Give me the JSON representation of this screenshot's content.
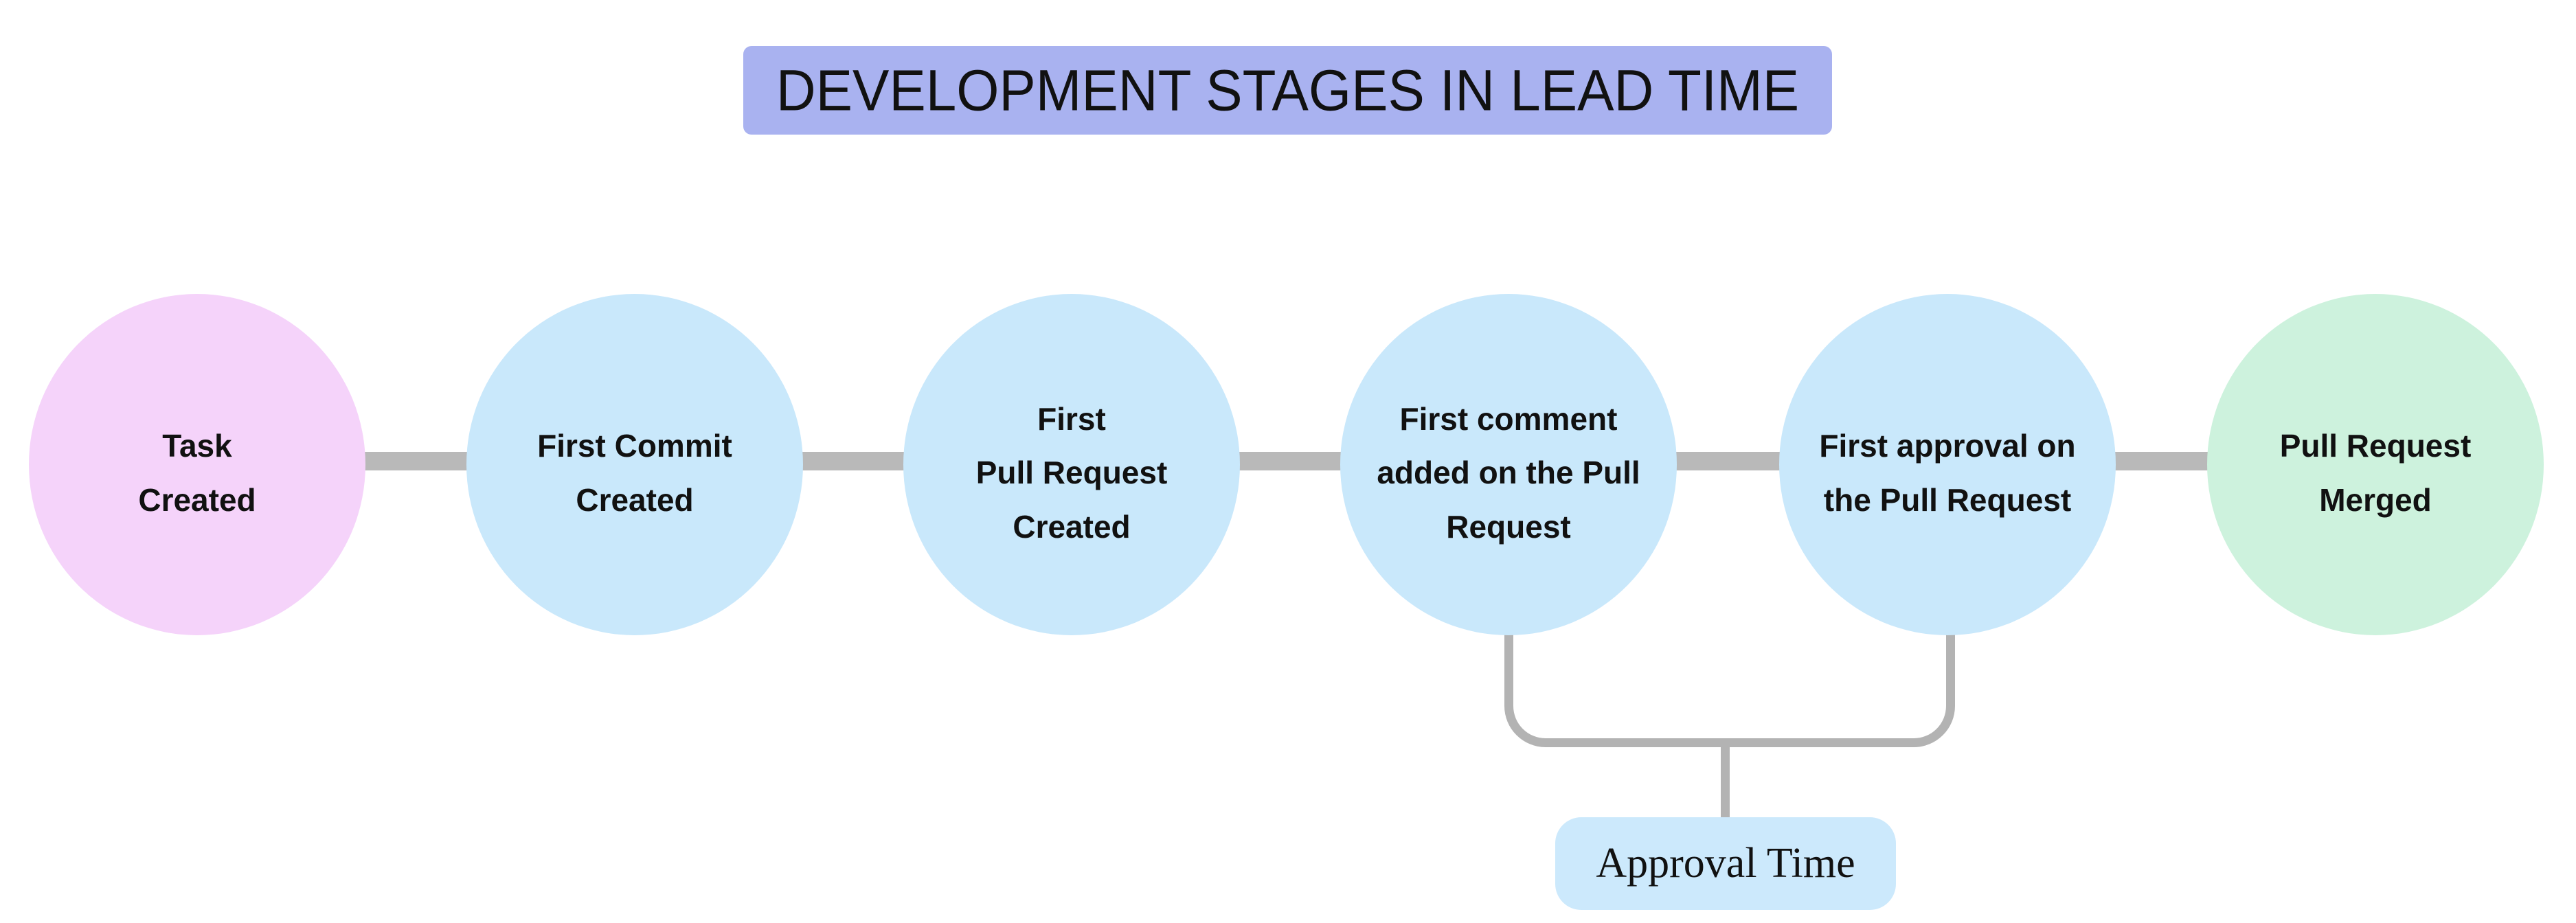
{
  "title": {
    "text": "DEVELOPMENT STAGES IN LEAD TIME",
    "bg_color": "#a9b2f0"
  },
  "stages": [
    {
      "label": "Task\nCreated",
      "fill": "#f5d3fa"
    },
    {
      "label": "First Commit\nCreated",
      "fill": "#c9e8fb"
    },
    {
      "label": "First\nPull Request\nCreated",
      "fill": "#c9e8fb"
    },
    {
      "label": "First comment\nadded on the Pull\nRequest",
      "fill": "#c9e8fb"
    },
    {
      "label": "First approval on\nthe Pull Request",
      "fill": "#c9e8fb"
    },
    {
      "label": "Pull Request\nMerged",
      "fill": "#cdf2dd"
    }
  ],
  "connector": {
    "color": "#b9b9b9"
  },
  "bracket": {
    "line_color": "#b3b3b3",
    "label": "Approval Time",
    "label_bg": "#cce9fc"
  }
}
